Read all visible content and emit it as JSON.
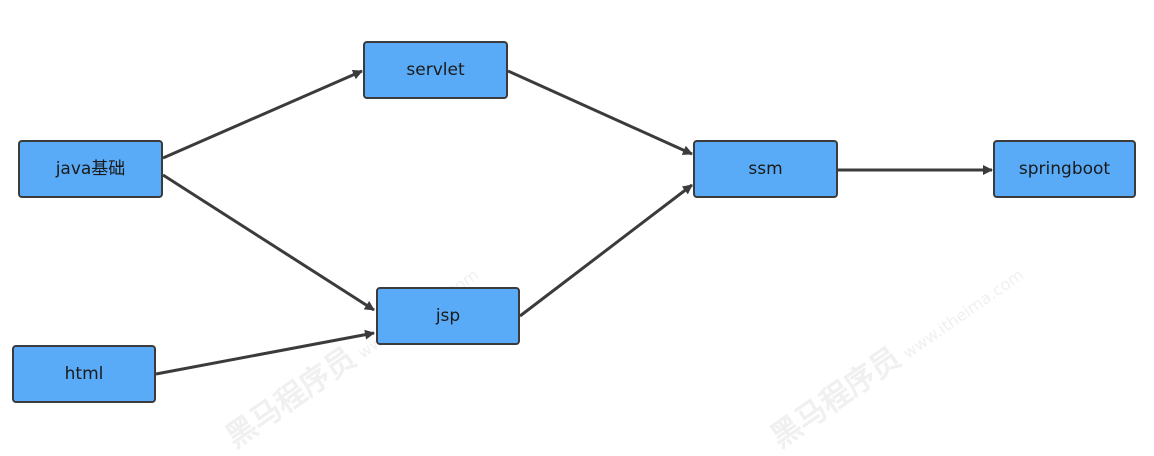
{
  "diagram": {
    "nodes": [
      {
        "id": "java",
        "label": "java基础"
      },
      {
        "id": "servlet",
        "label": "servlet"
      },
      {
        "id": "jsp",
        "label": "jsp"
      },
      {
        "id": "html",
        "label": "html"
      },
      {
        "id": "ssm",
        "label": "ssm"
      },
      {
        "id": "springboot",
        "label": "springboot"
      }
    ],
    "edges": [
      {
        "from": "java",
        "to": "servlet"
      },
      {
        "from": "java",
        "to": "jsp"
      },
      {
        "from": "html",
        "to": "jsp"
      },
      {
        "from": "servlet",
        "to": "ssm"
      },
      {
        "from": "jsp",
        "to": "ssm"
      },
      {
        "from": "ssm",
        "to": "springboot"
      }
    ]
  },
  "watermark": {
    "brand": "黑马程序员",
    "url": "www.itheima.com"
  },
  "colors": {
    "node_fill": "#5aabf7",
    "node_border": "#3b3b3b",
    "edge": "#3b3b3b"
  }
}
